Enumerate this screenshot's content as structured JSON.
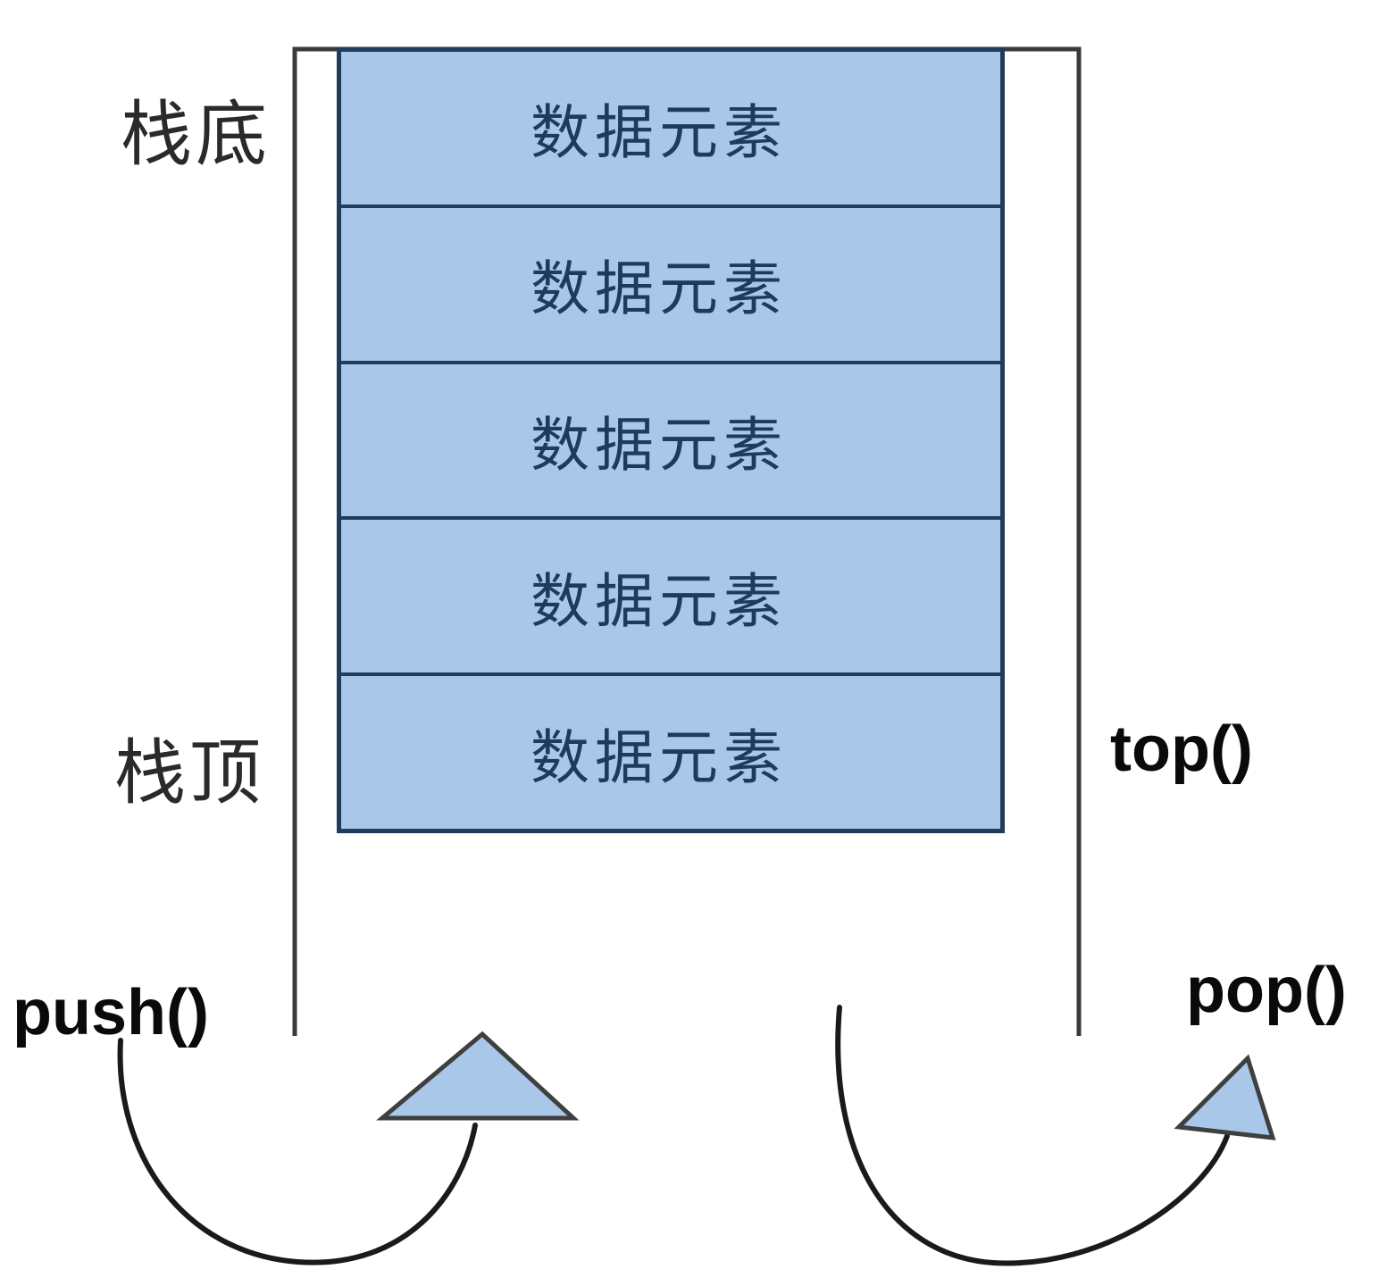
{
  "diagram": {
    "type": "stack-data-structure",
    "labels": {
      "stack_bottom": "栈底",
      "stack_top": "栈顶",
      "push": "push()",
      "pop": "pop()",
      "top": "top()"
    },
    "stack": {
      "elements": [
        "数据元素",
        "数据元素",
        "数据元素",
        "数据元素",
        "数据元素"
      ]
    },
    "colors": {
      "element_fill": "#a9c7e9",
      "element_border": "#1f3c5c",
      "container_line": "#3a3a3a",
      "arrow_line": "#1a1a1a",
      "arrow_head_fill": "#a9c7e9",
      "element_text": "#1e3a5f",
      "label_text": "#0a0a0a"
    }
  }
}
